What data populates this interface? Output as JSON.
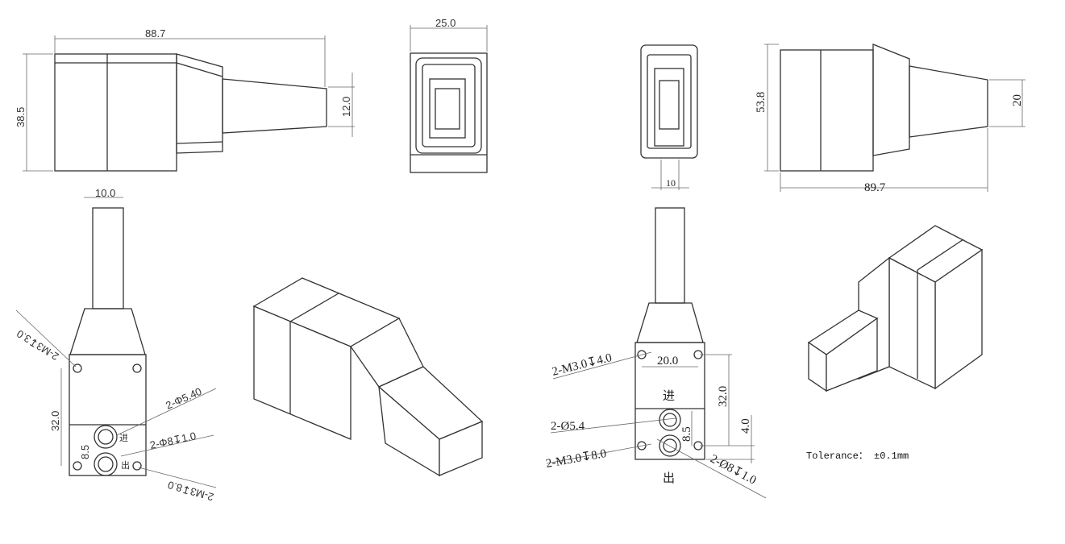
{
  "left": {
    "front_view": {
      "length": "88.7",
      "height": "38.5",
      "nozzle": "12.0"
    },
    "end_view": {
      "width": "25.0"
    },
    "bottom_view": {
      "nozzle_width": "10.0",
      "thread_top": "2-M3↧3.0",
      "spacing": "32.0",
      "port_dia": "2-Φ5.40",
      "counterbore": "2-Φ8↧1.0",
      "port_pitch": "8.5",
      "thread_bottom": "2-M3↧8.0",
      "inlet": "进",
      "outlet": "出"
    }
  },
  "right": {
    "end_view": {
      "width": "10"
    },
    "side_view": {
      "height": "53.8",
      "nozzle": "20",
      "length": "89.7"
    },
    "bottom_view": {
      "thread_top": "2-M3.0↧4.0",
      "hole_spacing": "20.0",
      "spacing": "32.0",
      "inlet": "进",
      "port_dia": "2-Ø5.4",
      "port_pitch": "8.5",
      "offset": "4.0",
      "thread_bottom": "2-M3.0↧8.0",
      "outlet": "出",
      "counterbore": "2-Ø8↧1.0"
    },
    "tolerance": "Tolerance： ±0.1mm"
  }
}
